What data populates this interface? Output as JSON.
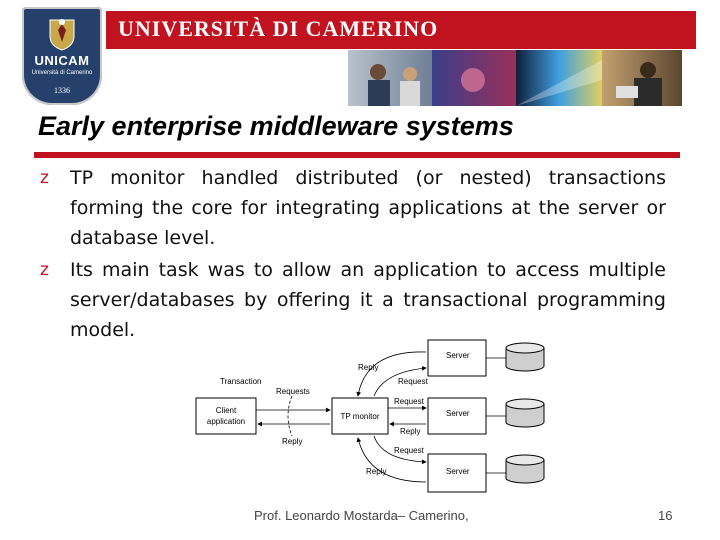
{
  "header": {
    "logo": {
      "brand": "UNICAM",
      "subtitle": "Università di Camerino",
      "year": "1336"
    },
    "banner_title": "UNIVERSITÀ DI CAMERINO",
    "banner_color": "#c1121f"
  },
  "slide": {
    "title": "Early enterprise middleware systems",
    "bullet_marker": "z",
    "bullets": [
      "TP monitor handled distributed (or nested) transactions forming the core for integrating applications at the server or database level.",
      "Its main task was to allow an application to access multiple server/databases by offering it a transactional programming model."
    ]
  },
  "diagram": {
    "client": [
      "Client",
      "application"
    ],
    "tp_monitor": "TP monitor",
    "servers": [
      "Server",
      "Server",
      "Server"
    ],
    "labels": {
      "transaction": "Transaction",
      "requests": "Requests",
      "reply_client": "Reply",
      "reply_top": "Reply",
      "request_top": "Request",
      "request_mid": "Request",
      "reply_mid": "Reply",
      "request_bot": "Request",
      "reply_bot": "Reply"
    }
  },
  "footer": {
    "credit": "Prof. Leonardo Mostarda– Camerino,",
    "page": "16"
  }
}
